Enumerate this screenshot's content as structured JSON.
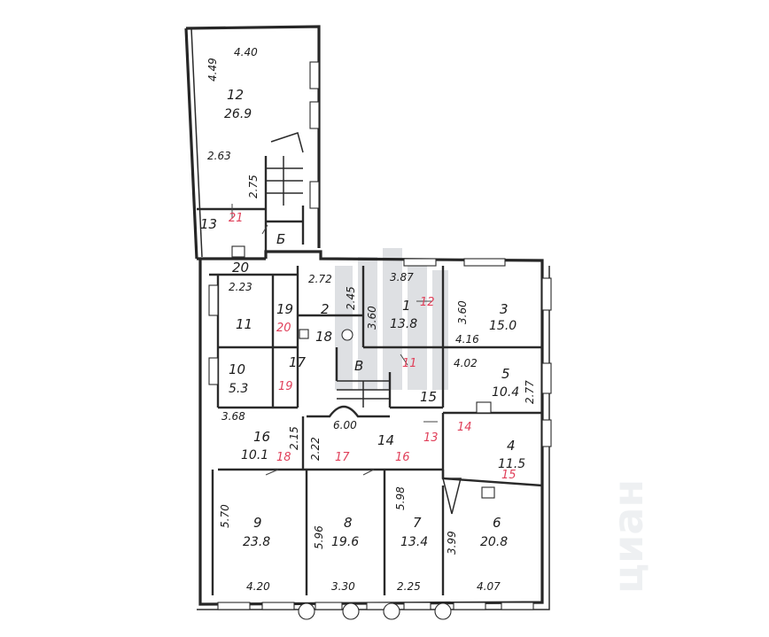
{
  "rooms": [
    {
      "num": "12",
      "area": "26.9"
    },
    {
      "num": "13"
    },
    {
      "num": "Б"
    },
    {
      "num": "20"
    },
    {
      "num": "11"
    },
    {
      "num": "19"
    },
    {
      "num": "2"
    },
    {
      "num": "18"
    },
    {
      "num": "1",
      "area": "13.8"
    },
    {
      "num": "3",
      "area": "15.0"
    },
    {
      "num": "10",
      "area": "5.3"
    },
    {
      "num": "17"
    },
    {
      "num": "В"
    },
    {
      "num": "5",
      "area": "10.4"
    },
    {
      "num": "15"
    },
    {
      "num": "16",
      "area": "10.1"
    },
    {
      "num": "14"
    },
    {
      "num": "4",
      "area": "11.5"
    },
    {
      "num": "9",
      "area": "23.8"
    },
    {
      "num": "8",
      "area": "19.6"
    },
    {
      "num": "7",
      "area": "13.4"
    },
    {
      "num": "6",
      "area": "20.8"
    }
  ],
  "dimensions": [
    "4.40",
    "4.49",
    "2.63",
    "2.75",
    "2.23",
    "2.72",
    "2.45",
    "3.87",
    "3.60",
    "3.60",
    "4.16",
    "4.02",
    "2.77",
    "3.68",
    "2.15",
    "2.22",
    "6.00",
    "5.70",
    "5.96",
    "5.98",
    "3.99",
    "4.20",
    "3.30",
    "2.25",
    "4.07"
  ],
  "markers": [
    "21",
    "20",
    "12",
    "11",
    "19",
    "13",
    "14",
    "15",
    "18",
    "17",
    "16"
  ],
  "watermark": "циан",
  "colors": {
    "walls": "#262626",
    "markers": "#e0405a",
    "watermark": "#c3c7cc"
  }
}
